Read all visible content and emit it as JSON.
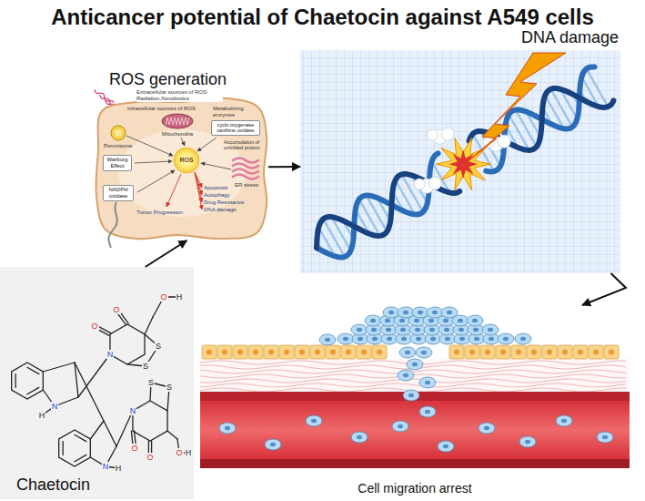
{
  "diagram": {
    "title": "Anticancer potential of Chaetocin against A549 cells",
    "nodes": [
      {
        "text": [
          "ROS generation"
        ]
      },
      {
        "text": [
          "cyclo oxygenase xanthine oxidase"
        ],
        "in": 0
      },
      {
        "text": [
          "Warburg Effect"
        ],
        "in": 0
      },
      {
        "text": [
          "ROS"
        ],
        "in": 0
      },
      {
        "text": [
          "NADPH oxidase"
        ],
        "in": 0
      },
      {
        "text": [
          "DNA damage"
        ]
      },
      {
        "text": [
          "Chaetocin"
        ]
      },
      {
        "text": [
          "Cell migration arrest"
        ]
      }
    ],
    "edges": [
      {
        "from": 6,
        "to": 0,
        "arrow": "to"
      },
      {
        "from": 0,
        "to": 5,
        "arrow": "to"
      },
      {
        "from": 5,
        "to": 7,
        "arrow": "to"
      }
    ],
    "labels": [
      "Extracellular sources of ROS- Radiation,Xenobiotics",
      "Intracellular sources of ROS",
      "Metabolizing enzymes",
      "Mitochondria",
      "Peroxisome",
      "Accumulation of unfolded protein",
      "ER stress",
      "Apoptosis",
      "Autophagy",
      "Drug Resistance",
      "DNA damage",
      "Tumor Progression",
      "O",
      "H",
      "O",
      "O",
      "N",
      "S",
      "S",
      "S",
      "S",
      "N",
      "O",
      "O",
      "O",
      "H",
      "N",
      "H",
      "N",
      "H"
    ]
  }
}
